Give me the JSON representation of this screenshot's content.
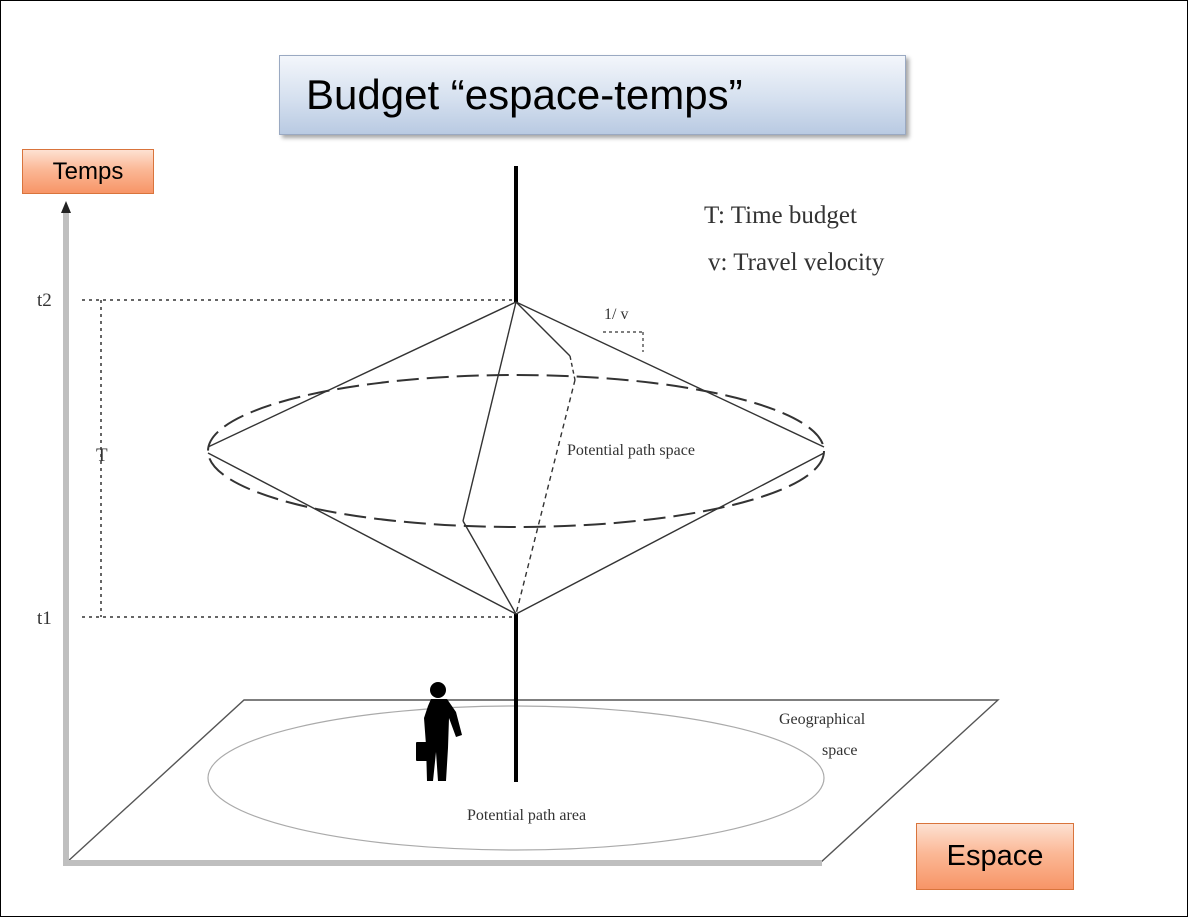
{
  "title": "Budget “espace-temps”",
  "axis_labels": {
    "time": "Temps",
    "space": "Espace"
  },
  "legend": {
    "line1": "T: Time budget",
    "line2": "v: Travel velocity"
  },
  "ticks": {
    "t2": "t2",
    "t1": "t1",
    "budget": "T"
  },
  "annotations": {
    "slope": "1/ v",
    "prism": "Potential path space",
    "area": "Potential path area",
    "geo_line1": "Geographical",
    "geo_line2": "space"
  },
  "colors": {
    "title_box": "#c9d7ea",
    "label_box": "#f9a77e",
    "axis": "#bfbfbf"
  }
}
